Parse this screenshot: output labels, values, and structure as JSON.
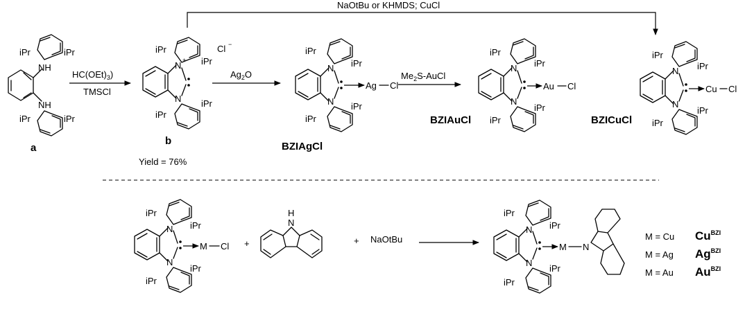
{
  "compounds": {
    "a": "a",
    "b": "b",
    "ag": "BZIAgCl",
    "au": "BZIAuCl",
    "cu": "BZICuCl"
  },
  "atoms": {
    "ipr": "iPr",
    "nh": "NH",
    "n": "N",
    "h": "H",
    "cl": "Cl",
    "ag": "Ag",
    "au": "Au",
    "cu": "Cu",
    "m": "M",
    "plus": "+",
    "minus": "−"
  },
  "conditions": {
    "step1_top": "HC(OEt)",
    "step1_top_sub": "3",
    "step1_bottom": "TMSCl",
    "step2_a": "Ag",
    "step2_sub": "2",
    "step2_b": "O",
    "step3_a": "Me",
    "step3_sub": "2",
    "step3_b": "S-AuCl",
    "bypass": "NaOtBu or KHMDS; CuCl",
    "base": "NaOtBu"
  },
  "yield_text": "Yield = 76%",
  "legend": [
    {
      "eq": "M = Cu",
      "name": "Cu",
      "sup": "BZI"
    },
    {
      "eq": "M = Ag",
      "name": "Ag",
      "sup": "BZI"
    },
    {
      "eq": "M = Au",
      "name": "Au",
      "sup": "BZI"
    }
  ]
}
